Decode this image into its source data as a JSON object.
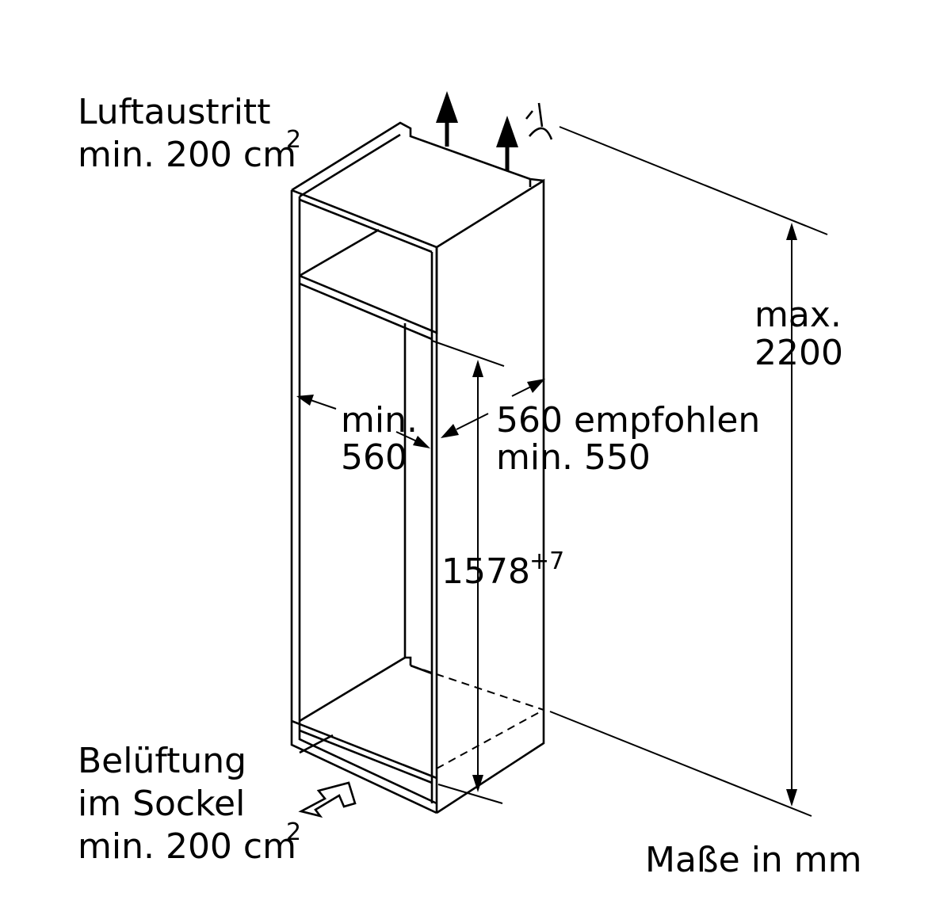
{
  "labels": {
    "air_outlet_title": "Luftaustritt",
    "air_outlet_min": "min. 200 cm",
    "air_outlet_exp": "2",
    "base_vent_line1": "Belüftung",
    "base_vent_line2": "im Sockel",
    "base_vent_min": "min. 200 cm",
    "base_vent_exp": "2",
    "width_min_line1": "min.",
    "width_min_line2": "560",
    "depth_line1": "560 empfohlen",
    "depth_line2": "min. 550",
    "height_main": "1578",
    "height_tolerance": "+7",
    "max_line1": "max.",
    "max_line2": "2200",
    "units": "Maße in mm"
  },
  "icons": [
    "air-outlet-arrow-icon",
    "air-inlet-arrow-icon",
    "socket-symbol-icon"
  ],
  "colors": {
    "line": "#000000",
    "background": "#ffffff"
  }
}
